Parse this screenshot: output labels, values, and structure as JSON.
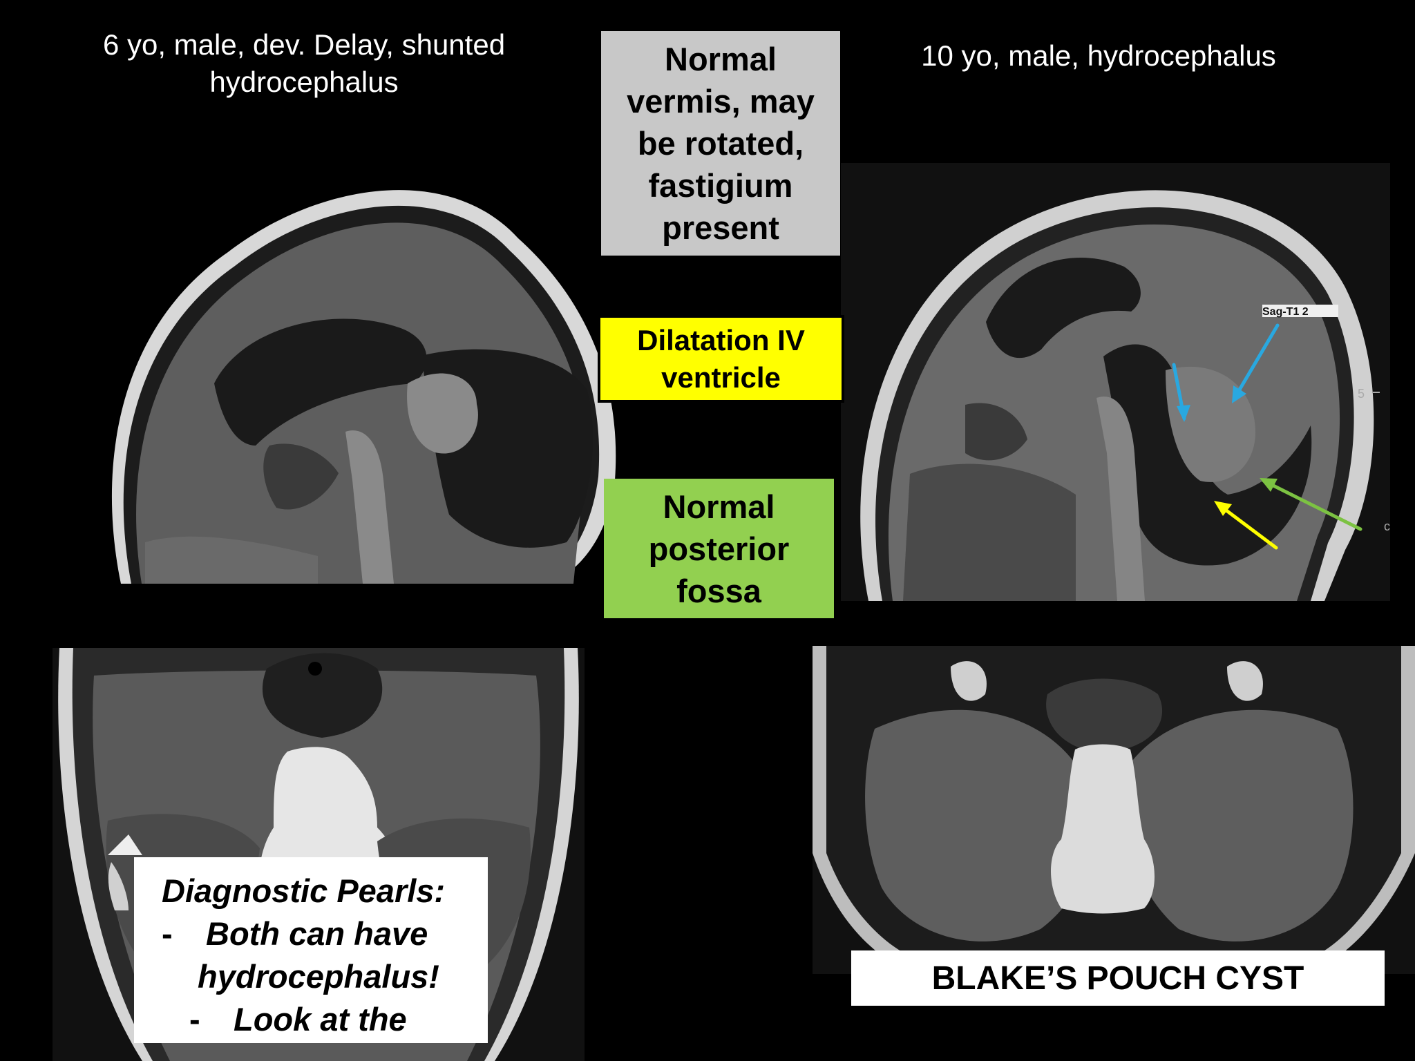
{
  "captions": {
    "left_line1": "6 yo, male, dev. Delay, shunted",
    "left_line2": "hydrocephalus",
    "right": "10 yo, male, hydrocephalus"
  },
  "labels": {
    "vermis": [
      "Normal",
      "vermis, may",
      "be rotated,",
      "fastigium",
      "present"
    ],
    "dilatation": [
      "Dilatation IV",
      "ventricle"
    ],
    "fossa": [
      "Normal",
      "posterior",
      "fossa"
    ]
  },
  "pearls": {
    "title": "Diagnostic Pearls:",
    "item1_line1": "Both can have",
    "item1_line2": "hydrocephalus!",
    "item2": "Look at the",
    "bullet": "-"
  },
  "blake_label": "BLAKE’S POUCH CYST",
  "scan_overlay": {
    "sequence_tag": "Sag-T1 2",
    "ruler_mark": "5",
    "ruler_letter": "c"
  },
  "colors": {
    "vermis_box": "#c8c8c8",
    "dilatation_box": "#ffff00",
    "fossa_box": "#92d050",
    "arrow_blue": "#29a8e0",
    "arrow_green": "#7cc242",
    "arrow_yellow": "#ffff00"
  }
}
